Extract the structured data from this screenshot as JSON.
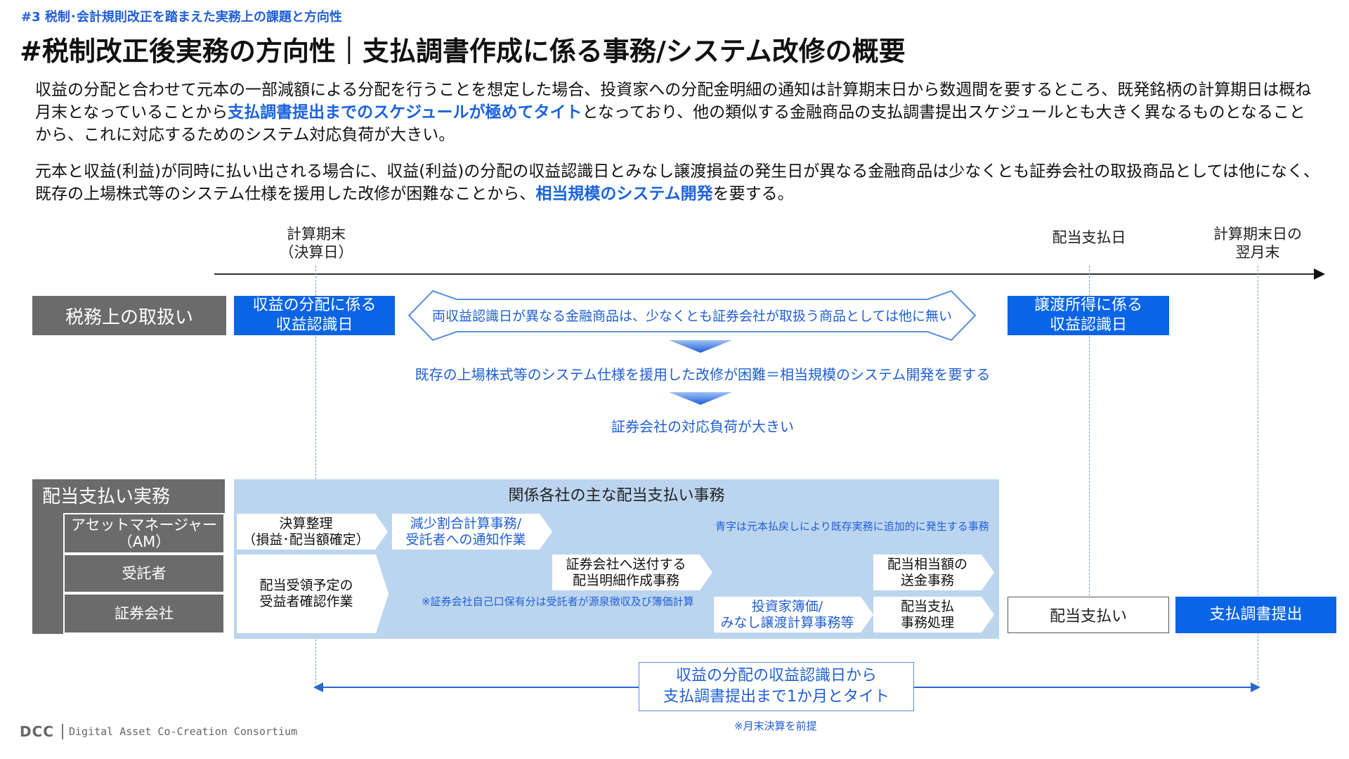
{
  "header": {
    "section": "#3  税制･会計規則改正を踏まえた実務上の課題と方向性",
    "title": "#税制改正後実務の方向性｜支払調書作成に係る事務/システム改修の概要"
  },
  "paragraph1": {
    "p1": "収益の分配と合わせて元本の一部減額による分配を行うことを想定した場合、投資家への分配金明細の通知は計算期末日から数週間を要するところ、既発銘柄の計算期日は概ね月末となっていることから",
    "highlight": "支払調書提出までのスケジュールが極めてタイト",
    "p2": "となっており、他の類似する金融商品の支払調書提出スケジュールとも大きく異なるものとなることから、これに対応するためのシステム対応負荷が大きい。"
  },
  "paragraph2": {
    "p1": "元本と収益(利益)が同時に払い出される場合に、収益(利益)の分配の収益認識日とみなし譲渡損益の発生日が異なる金融商品は少なくとも証券会社の取扱商品としては他になく、既存の上場株式等のシステム仕様を援用した改修が困難なことから、",
    "highlight": "相当規模のシステム開発",
    "p2": "を要する。"
  },
  "timeline": {
    "label_period_end_1": "計算期末",
    "label_period_end_2": "（決算日）",
    "label_payment_date": "配当支払日",
    "label_next_month_1": "計算期末日の",
    "label_next_month_2": "翌月末"
  },
  "tax": {
    "row_label": "税務上の取扱い",
    "box_income_1": "収益の分配に係る",
    "box_income_2": "収益認識日",
    "arrow_text": "両収益認識日が異なる金融商品は、少なくとも証券会社が取扱う商品としては他に無い",
    "box_transfer_1": "譲渡所得に係る",
    "box_transfer_2": "収益認識日",
    "conclusion_1": "既存の上場株式等のシステム仕様を援用した改修が困難＝相当規模のシステム開発を要する",
    "conclusion_2": "証券会社の対応負荷が大きい"
  },
  "dividend": {
    "row_label": "配当支払い実務",
    "panel_title": "関係各社の主な配当支払い事務",
    "sub_am_1": "アセットマネージャー",
    "sub_am_2": "（AM）",
    "sub_trustee": "受託者",
    "sub_securities": "証券会社",
    "legend_note": "青字は元本払戻しにより既存実務に追加的に発生する事務",
    "task_settle_1": "決算整理",
    "task_settle_2": "（損益･配当額確定）",
    "task_reduction_1": "減少割合計算事務/",
    "task_reduction_2": "受託者への通知作業",
    "task_confirm_1": "配当受領予定の",
    "task_confirm_2": "受益者確認作業",
    "task_statement_1": "証券会社へ送付する",
    "task_statement_2": "配当明細作成事務",
    "task_remit_1": "配当相当額の",
    "task_remit_2": "送金事務",
    "task_ledger_1": "投資家簿価/",
    "task_ledger_2": "みなし譲渡計算事務等",
    "task_payproc_1": "配当支払",
    "task_payproc_2": "事務処理",
    "self_note": "※証券会社自己口保有分は受託者が源泉徴収及び簿価計算",
    "payout": "配当支払い",
    "report_submit": "支払調書提出"
  },
  "bottom": {
    "span_1": "収益の分配の収益認識日から",
    "span_2": "支払調書提出まで1か月とタイト",
    "footnote": "※月末決算を前提"
  },
  "footer": {
    "logo": "DCC",
    "org": "Digital Asset Co-Creation Consortium"
  }
}
